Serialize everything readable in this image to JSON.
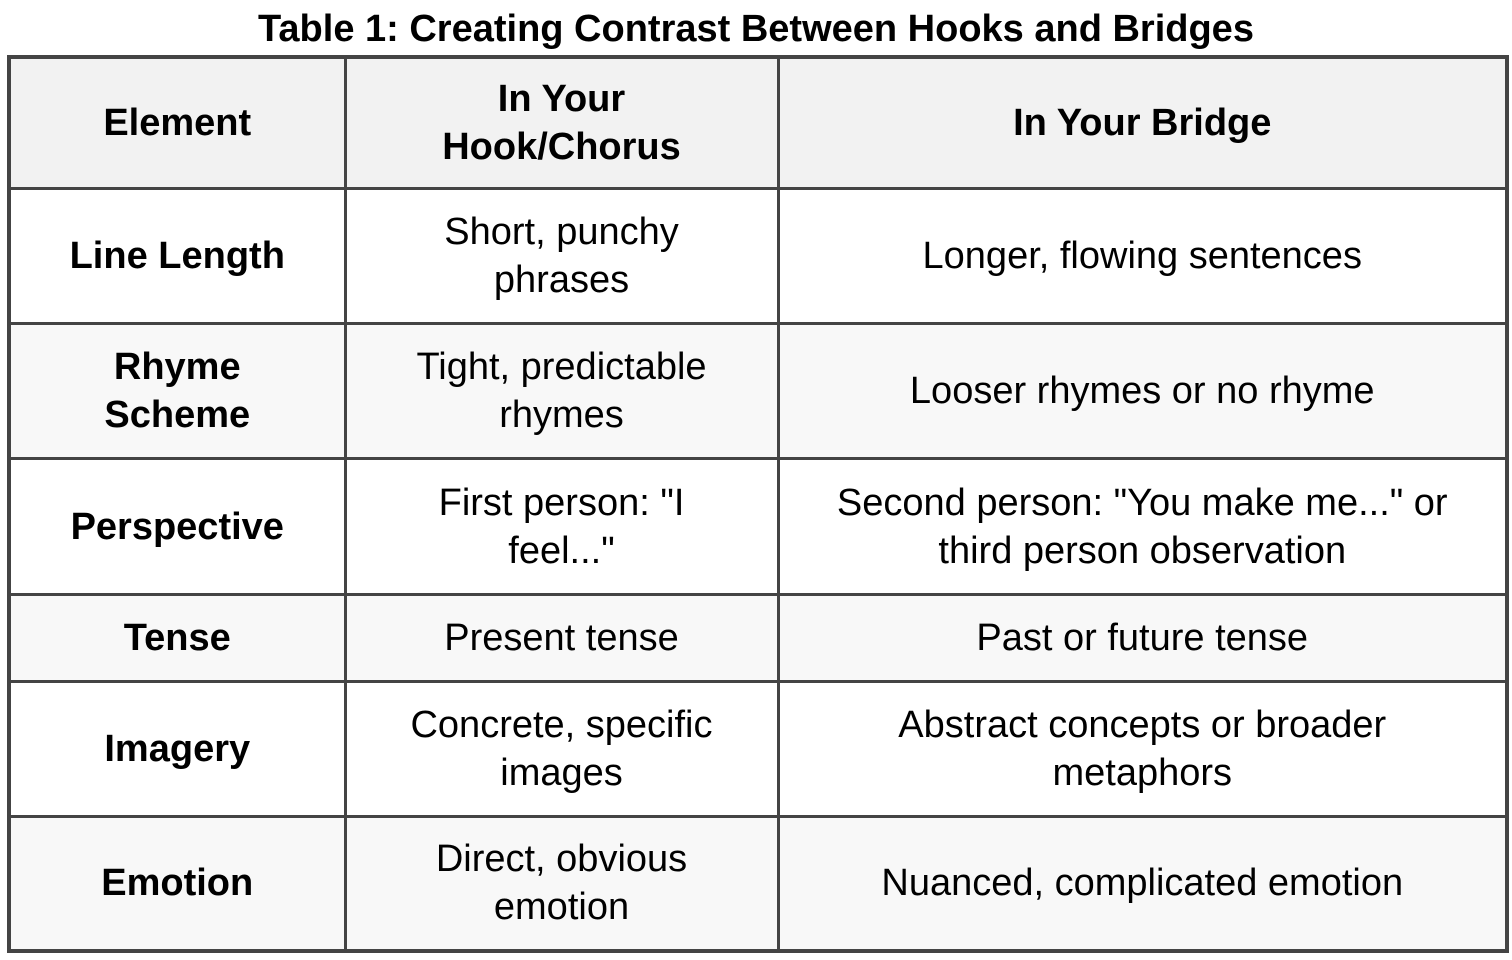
{
  "title": "Table 1: Creating Contrast Between Hooks and Bridges",
  "table": {
    "headers": [
      "Element",
      "In Your Hook/Chorus",
      "In Your Bridge"
    ],
    "rows": [
      {
        "element": "Line Length",
        "hook": "Short, punchy phrases",
        "bridge": "Longer, flowing sentences"
      },
      {
        "element": "Rhyme Scheme",
        "hook": "Tight, predictable rhymes",
        "bridge": "Looser rhymes or no rhyme"
      },
      {
        "element": "Perspective",
        "hook": "First person: \"I feel...\"",
        "bridge": "Second person: \"You make me...\" or third person observation"
      },
      {
        "element": "Tense",
        "hook": "Present tense",
        "bridge": "Past or future tense"
      },
      {
        "element": "Imagery",
        "hook": "Concrete, specific images",
        "bridge": "Abstract concepts or broader metaphors"
      },
      {
        "element": "Emotion",
        "hook": "Direct, obvious emotion",
        "bridge": "Nuanced, complicated emotion"
      }
    ]
  },
  "colors": {
    "border": "#444444",
    "header_bg": "#f2f2f2",
    "alt_row_bg": "#f8f8f8"
  }
}
